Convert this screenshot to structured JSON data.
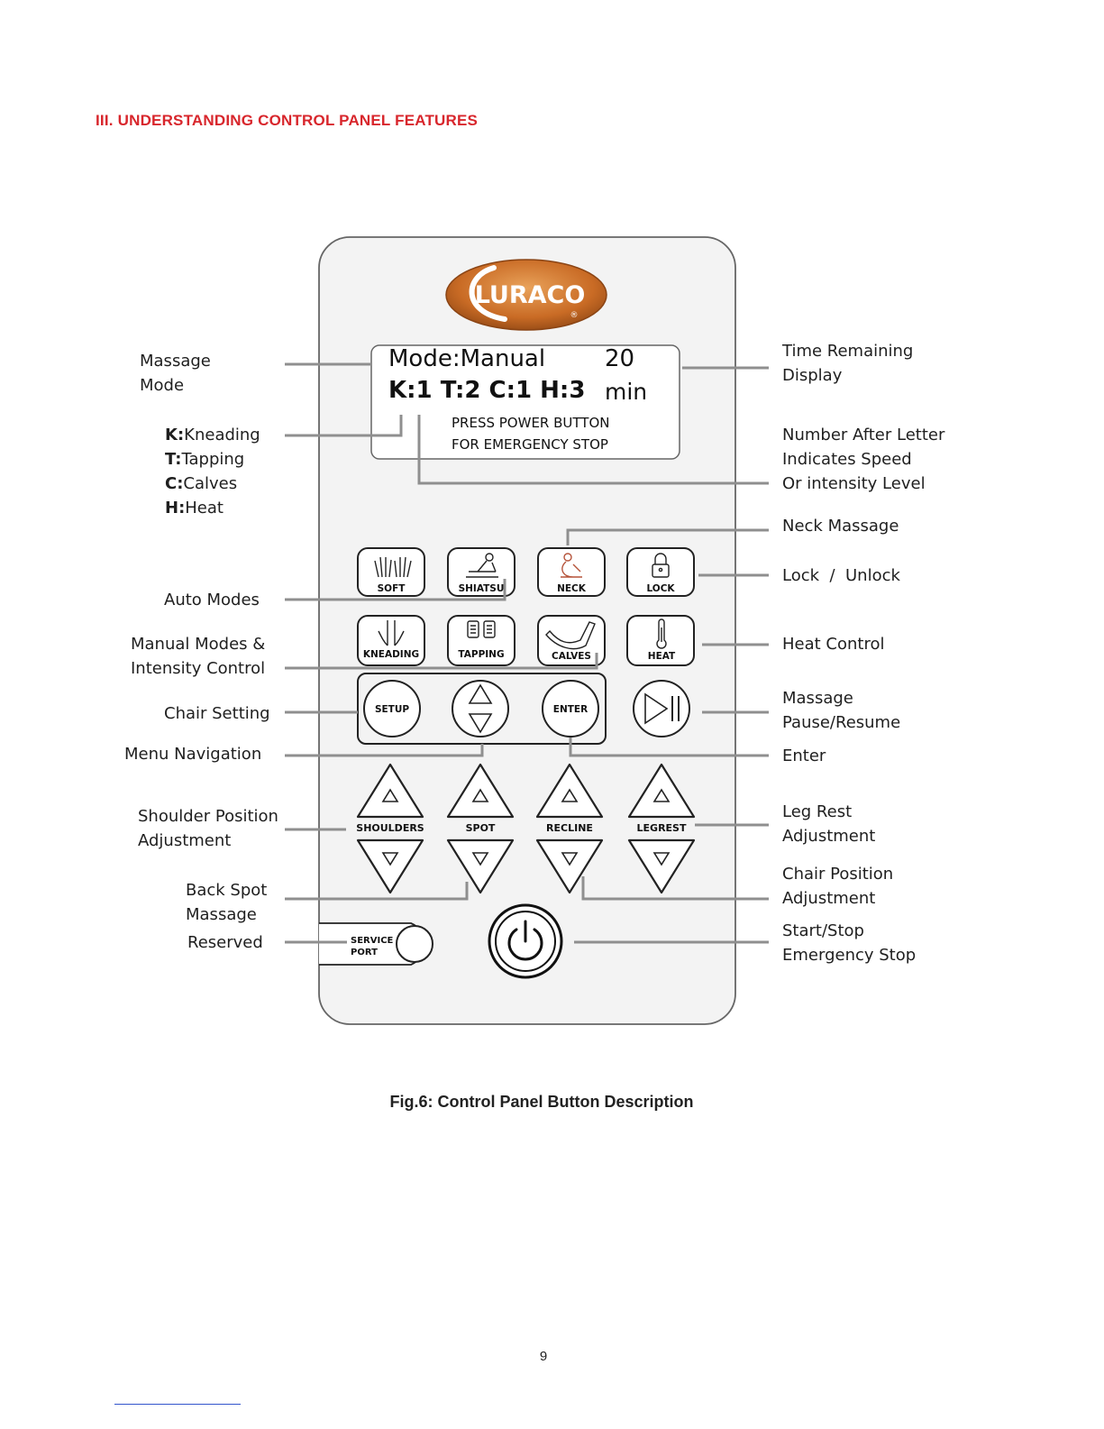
{
  "section_title": "III. UNDERSTANDING CONTROL PANEL FEATURES",
  "logo": {
    "text": "LURACO",
    "mark": "®"
  },
  "lcd": {
    "line1": "Mode:Manual",
    "line1_value": "20",
    "line2": "K:1 T:2 C:1 H:3",
    "line2_unit": "min",
    "note_line1": "PRESS POWER BUTTON",
    "note_line2": "FOR EMERGENCY STOP"
  },
  "buttons": {
    "row1": [
      "SOFT",
      "SHIATSU",
      "NECK",
      "LOCK"
    ],
    "row2": [
      "KNEADING",
      "TAPPING",
      "CALVES",
      "HEAT"
    ],
    "row3": [
      "SETUP",
      "ENTER"
    ],
    "row4": [
      "SHOULDERS",
      "SPOT",
      "RECLINE",
      "LEGREST"
    ],
    "service_line1": "SERVICE",
    "service_line2": "PORT"
  },
  "left_labels": {
    "massage_mode": [
      "Massage",
      "Mode"
    ],
    "legend": [
      {
        "key": "K:",
        "text": "Kneading"
      },
      {
        "key": "T:",
        "text": "Tapping"
      },
      {
        "key": "C:",
        "text": "Calves"
      },
      {
        "key": "H:",
        "text": "Heat"
      }
    ],
    "auto_modes": "Auto Modes",
    "manual_modes": [
      "Manual Modes &",
      "Intensity Control"
    ],
    "chair_setting": "Chair Setting",
    "menu_navigation": "Menu Navigation",
    "shoulder_position": [
      "Shoulder Position",
      "Adjustment"
    ],
    "back_spot": [
      "Back Spot",
      "Massage"
    ],
    "reserved": "Reserved"
  },
  "right_labels": {
    "time_remaining": [
      "Time Remaining",
      "Display"
    ],
    "number_after_letter": [
      "Number After Letter",
      "Indicates Speed",
      "Or intensity Level"
    ],
    "neck_massage": "Neck Massage",
    "lock_unlock": "Lock  /  Unlock",
    "heat_control": "Heat Control",
    "pause_resume": [
      "Massage",
      "Pause/Resume"
    ],
    "enter": "Enter",
    "leg_rest": [
      "Leg Rest",
      "Adjustment"
    ],
    "chair_position": [
      "Chair Position",
      "Adjustment"
    ],
    "start_stop": [
      "Start/Stop",
      "Emergency Stop"
    ]
  },
  "caption": "Fig.6: Control Panel Button Description",
  "page_number": "9",
  "colors": {
    "title_red": "#d8262c",
    "logo_orange": "#d27a2c",
    "leader_gray": "#8f8f8f"
  }
}
